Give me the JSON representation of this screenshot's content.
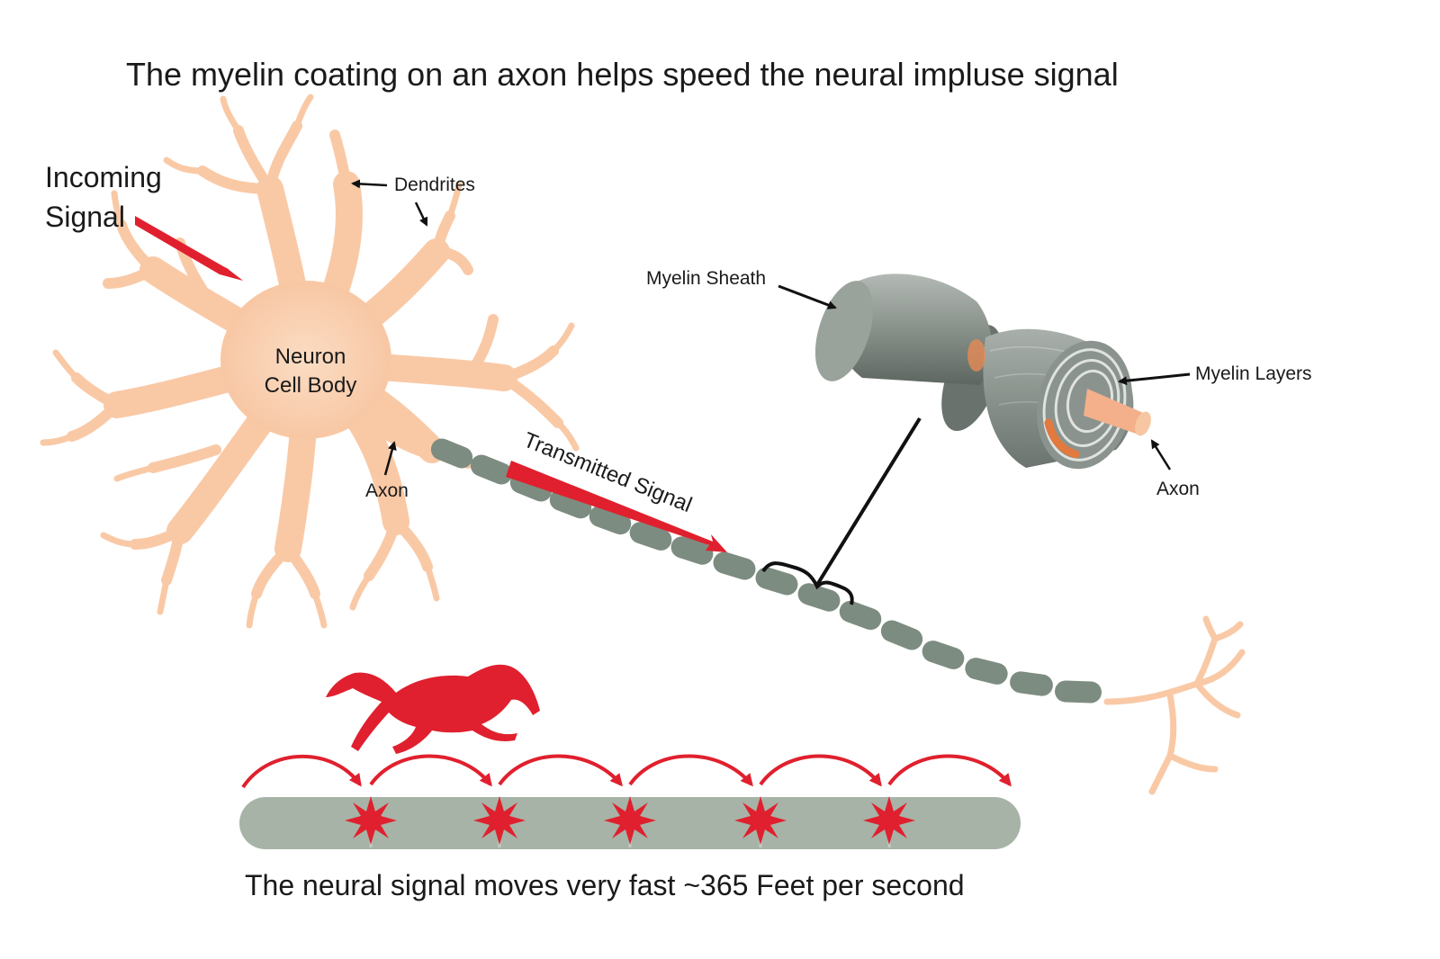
{
  "title": "The myelin coating on an axon helps speed the neural impluse signal",
  "caption": "The neural signal moves very fast ~365 Feet per second",
  "labels": {
    "incoming_line1": "Incoming",
    "incoming_line2": "Signal",
    "dendrites": "Dendrites",
    "cell_body_line1": "Neuron",
    "cell_body_line2": "Cell Body",
    "axon_left": "Axon",
    "transmitted": "Transmitted Signal",
    "myelin_sheath": "Myelin Sheath",
    "myelin_layers": "Myelin Layers",
    "axon_right": "Axon"
  },
  "colors": {
    "neuron": "#f9c9a6",
    "myelin": "#7d8c80",
    "myelin_light": "#a7b3a6",
    "signal": "#e0202e",
    "cylinder": "#8e9590",
    "axon_core": "#f3b08a"
  },
  "icons": [
    "horse-icon",
    "spark-icon",
    "arc-arrow-icon"
  ]
}
